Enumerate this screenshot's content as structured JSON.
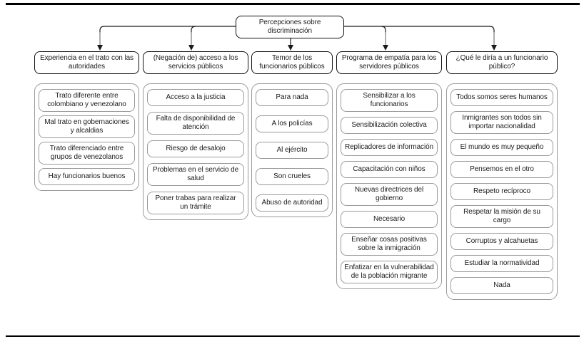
{
  "diagram": {
    "root_label": "Percepciones sobre discriminación",
    "columns": [
      {
        "header": "Experiencia en el trato con las autoridades",
        "items": [
          "Trato diferente entre colombiano y venezolano",
          "Mal trato en gobernaciones y alcaldias",
          "Trato diferenciado entre grupos de venezolanos",
          "Hay funcionarios buenos"
        ]
      },
      {
        "header": "(Negación de) acceso a los servicios públicos",
        "items": [
          "Acceso a la justicia",
          "Falta de disponibilidad de atención",
          "Riesgo de desalojo",
          "Problemas en el servicio de salud",
          "Poner trabas para realizar un trámite"
        ]
      },
      {
        "header": "Temor de los funcionarios públicos",
        "items": [
          "Para nada",
          "A los policías",
          "Al ejército",
          "Son crueles",
          "Abuso de autoridad"
        ]
      },
      {
        "header": "Programa de empatía para los servidores públicos",
        "items": [
          "Sensibilizar a los funcionarios",
          "Sensibilización colectiva",
          "Replicadores de información",
          "Capacitación con niños",
          "Nuevas directrices del gobierno",
          "Necesario",
          "Enseñar cosas positivas sobre la inmigración",
          "Enfatizar en la vulnerabilidad de la población migrante"
        ]
      },
      {
        "header": "¿Qué le diría a un funcionario público?",
        "items": [
          "Todos somos seres humanos",
          "Inmigrantes son todos sin importar nacionalidad",
          "El mundo es muy pequeño",
          "Pensemos en el otro",
          "Respeto recíproco",
          "Respetar la misión de su cargo",
          "Corruptos y alcahuetas",
          "Estudiar la normatividad",
          "Nada"
        ]
      }
    ]
  },
  "colors": {
    "branch_line": "#1a1a1a",
    "drop_line": "#8c8c8c",
    "gray_border": "#9a9a9a",
    "header_border": "#111111"
  }
}
